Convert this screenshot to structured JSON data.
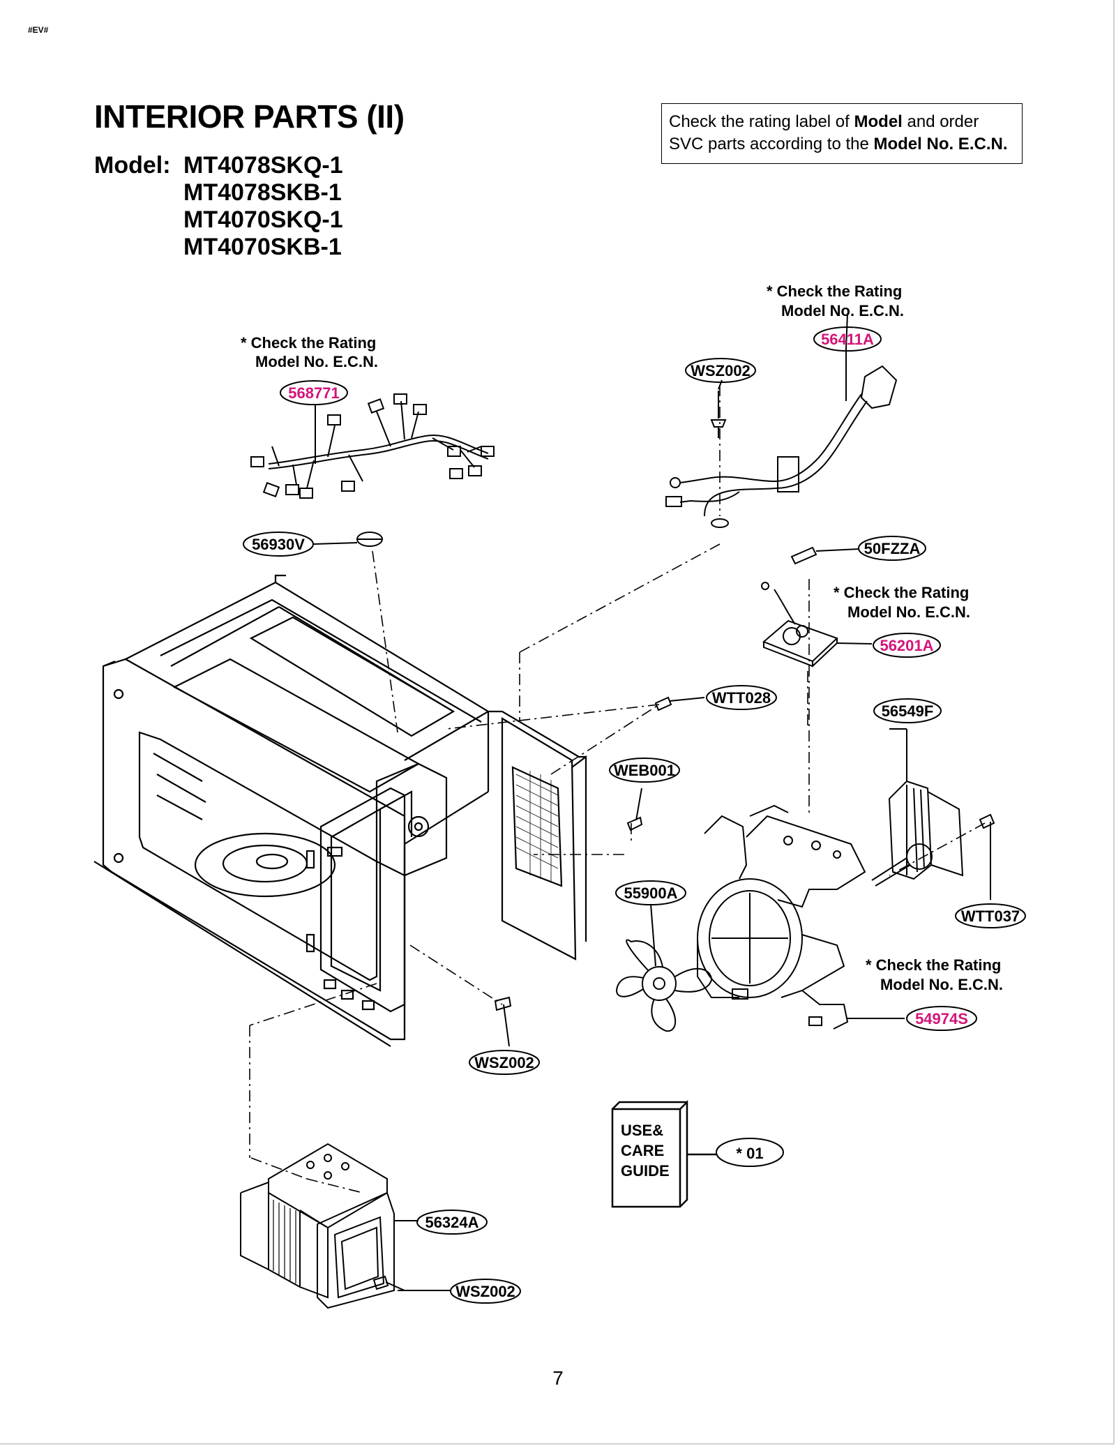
{
  "page": {
    "tag": "#EV#",
    "title": "INTERIOR PARTS (II)",
    "model_label": "Model:",
    "models": [
      "MT4078SKQ-1",
      "MT4078SKB-1",
      "MT4070SKQ-1",
      "MT4070SKB-1"
    ],
    "notice": {
      "t1": "Check the rating label of ",
      "b1": "Model",
      "t2": " and order",
      "t3": "SVC parts according to the ",
      "b2": "Model No. E.C.N."
    },
    "page_number": "7"
  },
  "notes": {
    "line1": "* Check the Rating",
    "line2": "Model No. E.C.N."
  },
  "colors": {
    "ecn_part": "#d4147a",
    "line": "#000000"
  },
  "parts": {
    "p568771": "568771",
    "p56411A": "56411A",
    "pWSZ002_top": "WSZ002",
    "p56930V": "56930V",
    "p50FZZA": "50FZZA",
    "p56201A": "56201A",
    "pWTT028": "WTT028",
    "p56549F": "56549F",
    "pWEB001": "WEB001",
    "p55900A": "55900A",
    "pWTT037": "WTT037",
    "p54974S": "54974S",
    "pWSZ002_mid": "WSZ002",
    "p01": "* 01",
    "p56324A": "56324A",
    "pWSZ002_bot": "WSZ002"
  },
  "guide": {
    "l1": "USE&",
    "l2": "CARE",
    "l3": "GUIDE"
  }
}
